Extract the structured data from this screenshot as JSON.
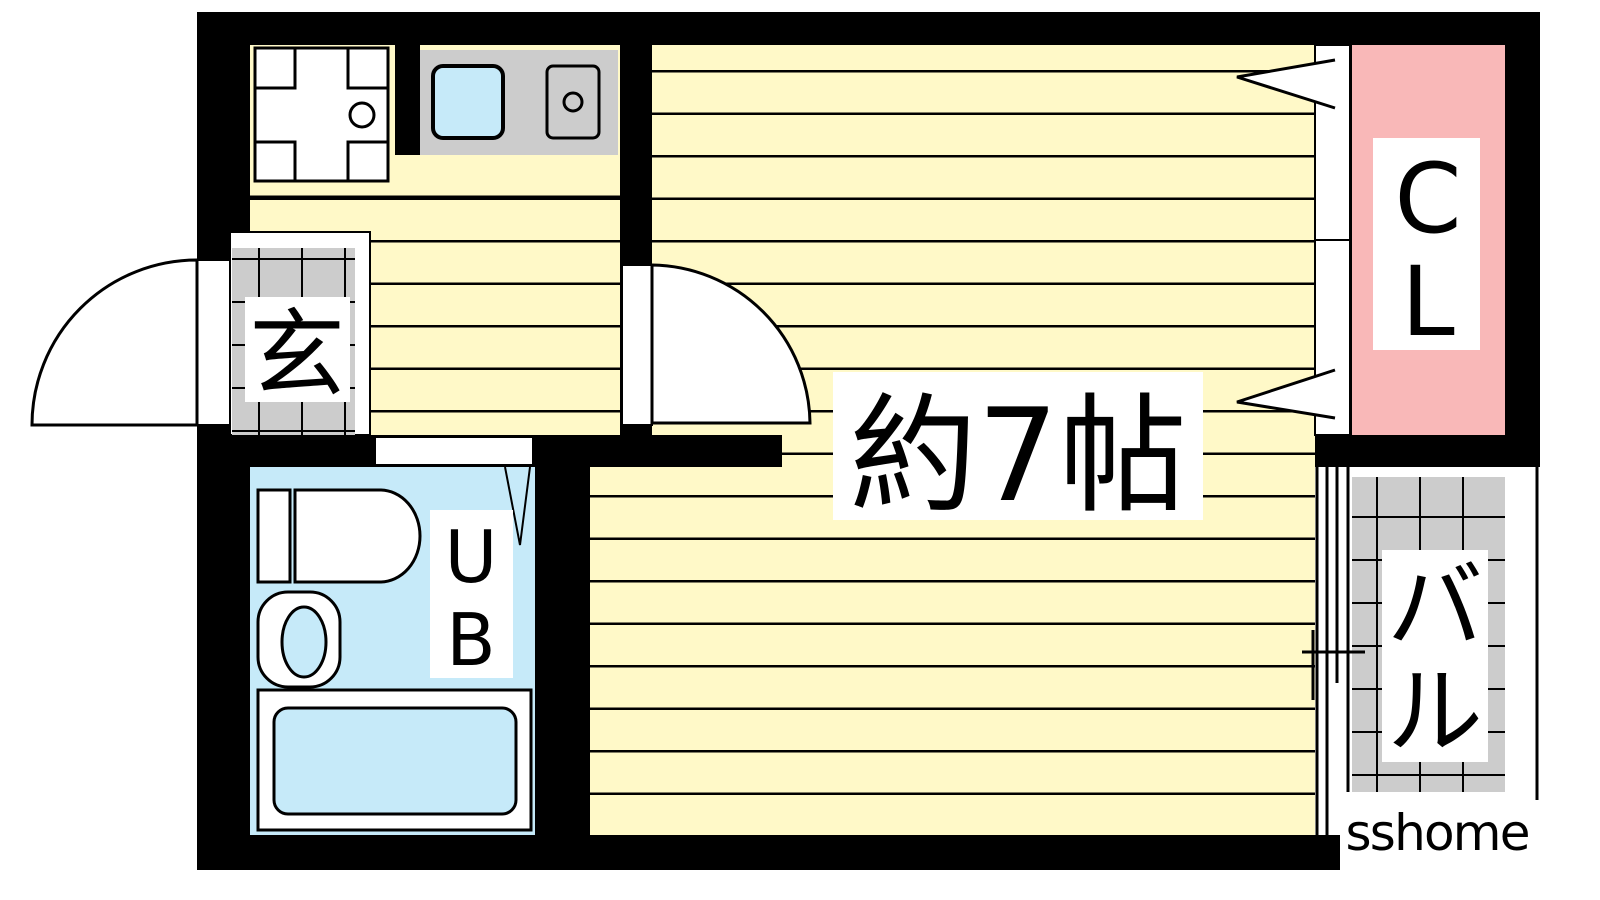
{
  "floorplan": {
    "rooms": {
      "main_room": "約7帖",
      "entrance": "玄",
      "unit_bath": [
        "U",
        "B"
      ],
      "closet": [
        "C",
        "L"
      ],
      "balcony": [
        "バ",
        "ル"
      ]
    },
    "watermark": "sshome",
    "colors": {
      "floor": "#fff9c8",
      "wall": "#000000",
      "closet": "#f9b8b8",
      "bath": "#c6eaf9",
      "tile": "#cccccc"
    }
  }
}
